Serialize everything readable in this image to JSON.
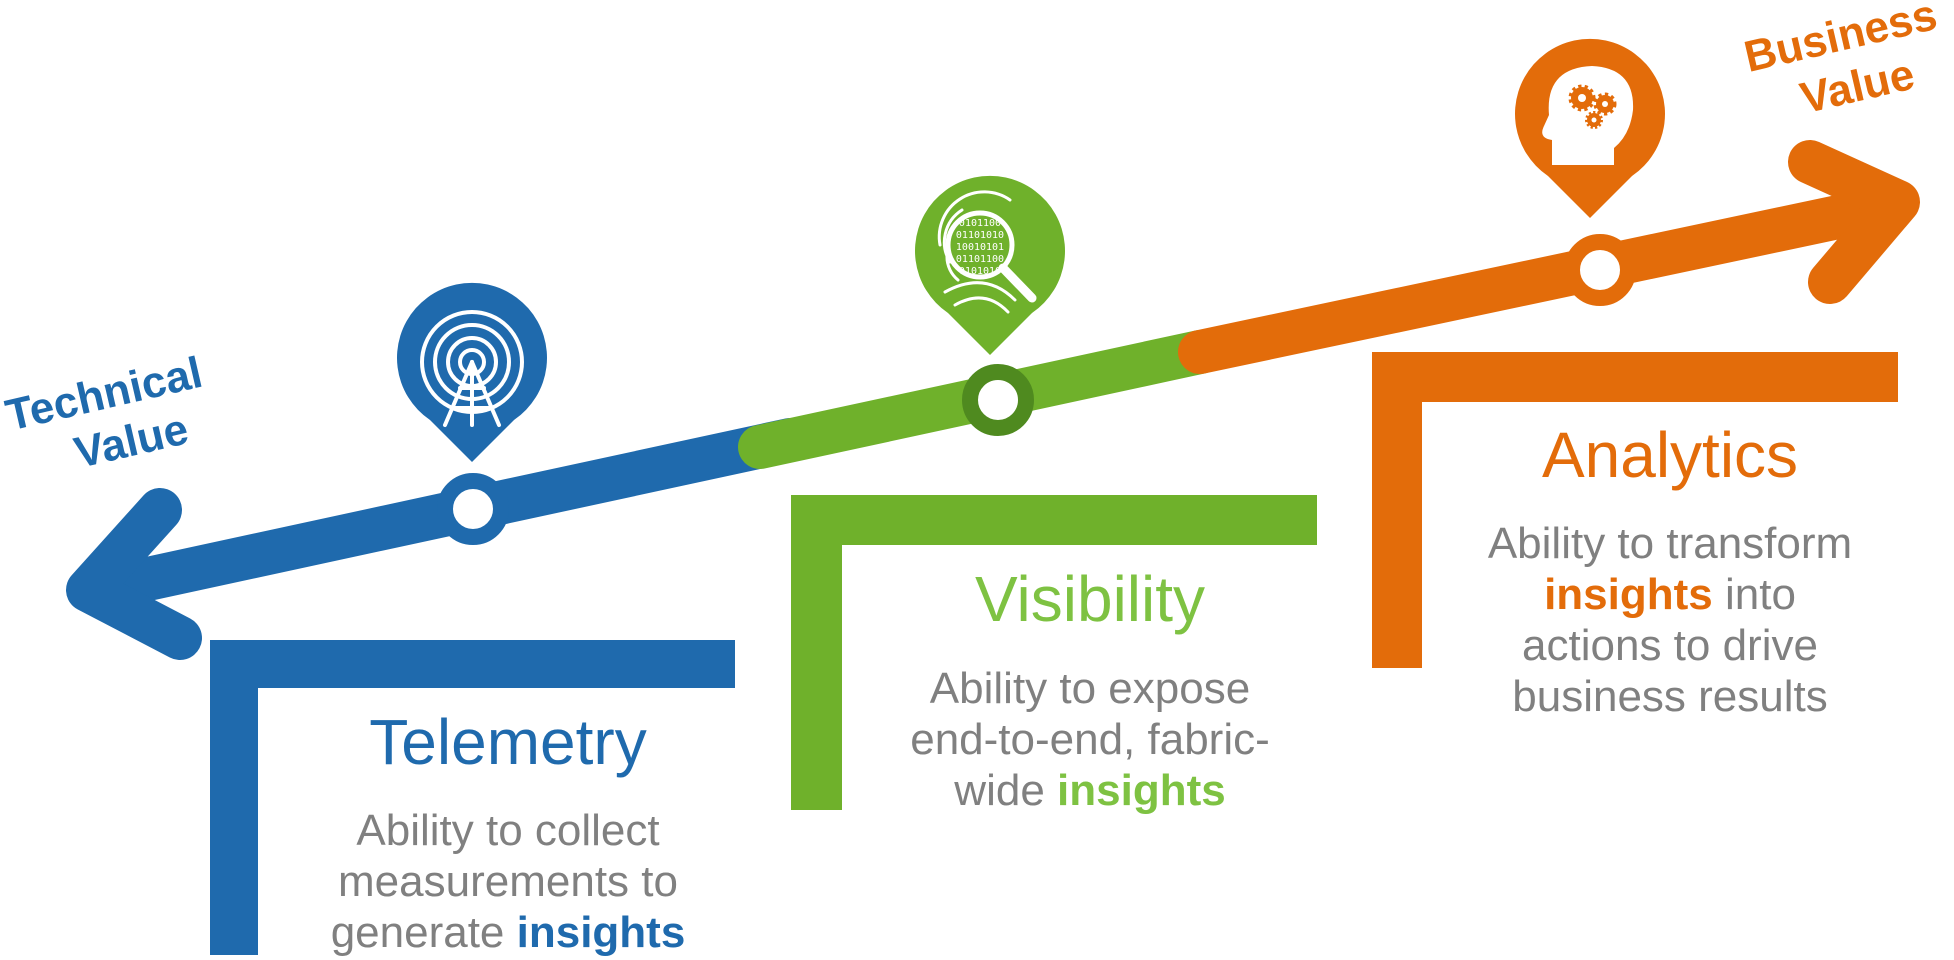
{
  "colors": {
    "blue": "#1f6aad",
    "green": "#6fb12b",
    "green_light": "#7ec242",
    "green_dark": "#4f8a1f",
    "orange": "#e36c0a",
    "gray": "#808080"
  },
  "ends": {
    "left": {
      "line1": "Technical",
      "line2": "Value"
    },
    "right": {
      "line1": "Business",
      "line2": "Value"
    }
  },
  "stages": [
    {
      "id": "telemetry",
      "title": "Telemetry",
      "icon": "antenna-signal-icon",
      "desc": [
        [
          {
            "t": "Ability to collect",
            "b": false
          }
        ],
        [
          {
            "t": "measurements to",
            "b": false
          }
        ],
        [
          {
            "t": "generate ",
            "b": false
          },
          {
            "t": "insights",
            "b": true
          }
        ]
      ]
    },
    {
      "id": "visibility",
      "title": "Visibility",
      "icon": "fingerprint-magnifier-icon",
      "icon_binary": [
        "0101100",
        "01101010",
        "10010101",
        "01101100",
        "0101010"
      ],
      "desc": [
        [
          {
            "t": "Ability to expose",
            "b": false
          }
        ],
        [
          {
            "t": "end-to-end, fabric-",
            "b": false
          }
        ],
        [
          {
            "t": "wide ",
            "b": false
          },
          {
            "t": "insights",
            "b": true
          }
        ]
      ]
    },
    {
      "id": "analytics",
      "title": "Analytics",
      "icon": "head-gears-icon",
      "desc": [
        [
          {
            "t": "Ability to transform",
            "b": false
          }
        ],
        [
          {
            "t": "insights",
            "b": true
          },
          {
            "t": " into",
            "b": false
          }
        ],
        [
          {
            "t": "actions to drive",
            "b": false
          }
        ],
        [
          {
            "t": "business results",
            "b": false
          }
        ]
      ]
    }
  ]
}
